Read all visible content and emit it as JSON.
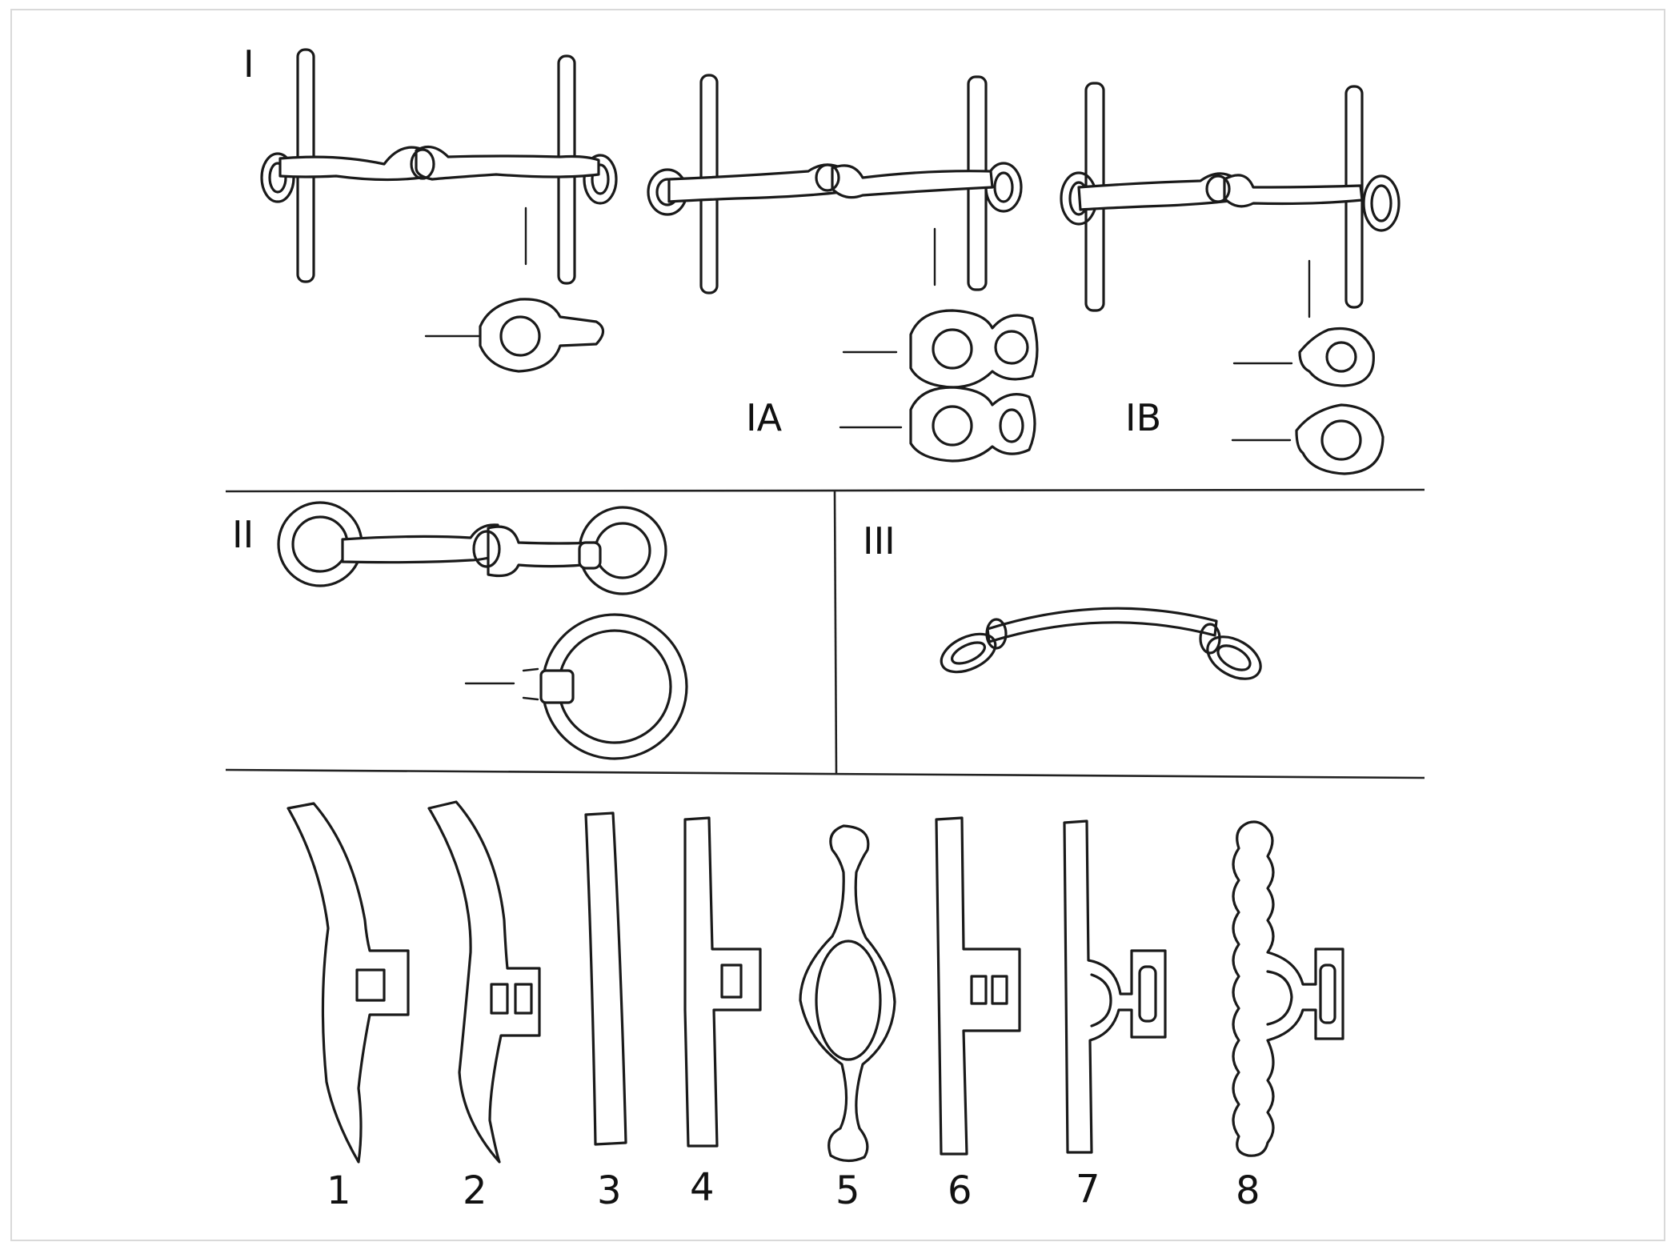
{
  "section_labels": {
    "I": "I",
    "IA": "IA",
    "IB": "IB",
    "II": "II",
    "III": "III"
  },
  "item_numbers": [
    "1",
    "2",
    "3",
    "4",
    "5",
    "6",
    "7",
    "8"
  ],
  "colors": {
    "ink": "#1a1a1a",
    "background": "#ffffff",
    "frame": "#d9d9d9"
  }
}
